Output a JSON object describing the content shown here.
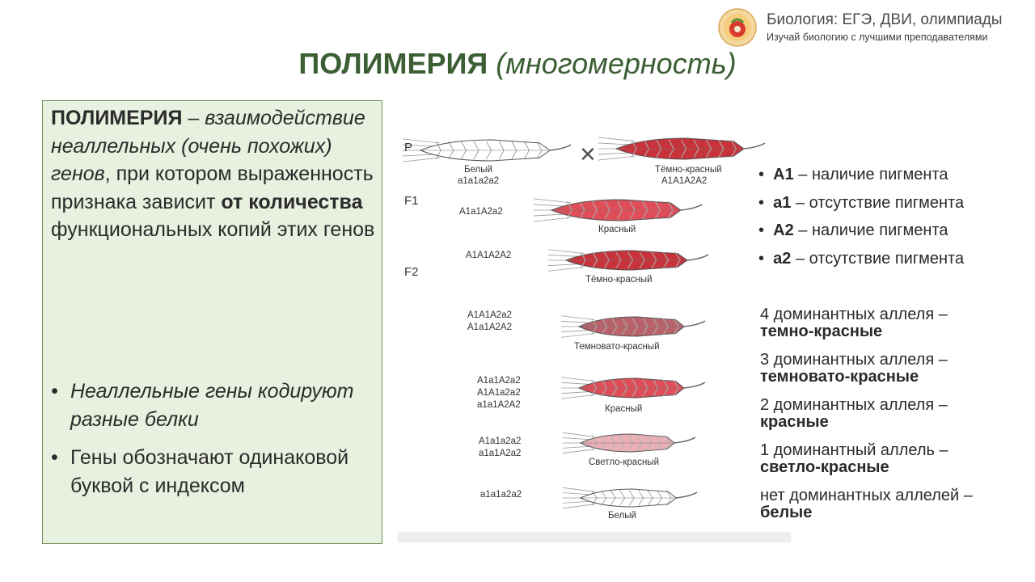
{
  "brand": {
    "title": "Биология: ЕГЭ, ДВИ, олимпиады",
    "subtitle": "Изучай биологию с лучшими преподавателями"
  },
  "title": {
    "main": "ПОЛИМЕРИЯ",
    "sub": "(многомерность)"
  },
  "definition": {
    "term": "ПОЛИМЕРИЯ",
    "dash": " – ",
    "italic_part": "взаимодействие неаллельных (очень похожих) генов",
    "part2": ", при котором выраженность признака зависит ",
    "bold_part": "от количества",
    "part3": " функциональных копий этих генов"
  },
  "bullets": [
    "Неаллельные гены кодируют разные белки",
    "Гены обозначают одинаковой буквой с индексом"
  ],
  "diagram": {
    "generations": {
      "p": "P",
      "f1": "F1",
      "f2": "F2"
    },
    "parent_white": {
      "label": "Белый",
      "genotype": "а1а1а2а2"
    },
    "parent_dark": {
      "label": "Тёмно-красный",
      "genotype": "А1А1А2А2"
    },
    "f1": {
      "genotype": "А1а1А2а2",
      "label": "Красный"
    },
    "f2": [
      {
        "genotypes": [
          "А1А1А2А2"
        ],
        "label": "Тёмно-красный",
        "color": "#c8323a"
      },
      {
        "genotypes": [
          "А1А1А2а2",
          "А1а1А2А2"
        ],
        "label": "Темновато-красный",
        "color": "#b9626a"
      },
      {
        "genotypes": [
          "А1а1А2а2",
          "А1А1а2а2",
          "а1а1А2А2"
        ],
        "label": "Красный",
        "color": "#de4d58"
      },
      {
        "genotypes": [
          "А1а1а2а2",
          "а1а1А2а2"
        ],
        "label": "Светло-красный",
        "color": "#eab0b6"
      },
      {
        "genotypes": [
          "а1а1а2а2"
        ],
        "label": "Белый",
        "color": "#ffffff"
      }
    ]
  },
  "alleles": [
    {
      "symbol": "А1",
      "text": " – наличие пигмента"
    },
    {
      "symbol": "а1",
      "text": " – отсутствие пигмента"
    },
    {
      "symbol": "А2",
      "text": " – наличие пигмента"
    },
    {
      "symbol": "а2",
      "text": " – отсутствие пигмента"
    }
  ],
  "dominance": [
    {
      "line1": "4 доминантных аллеля –",
      "line2": "темно-красные"
    },
    {
      "line1": "3 доминантных аллеля –",
      "line2": "темновато-красные"
    },
    {
      "line1": "2 доминантных аллеля –",
      "line2": "красные"
    },
    {
      "line1": "1 доминантный аллель –",
      "line2": "светло-красные"
    },
    {
      "line1": "нет доминантных аллелей –",
      "line2": "белые"
    }
  ],
  "bullet_symbol": "•",
  "cross_symbol": "✕"
}
